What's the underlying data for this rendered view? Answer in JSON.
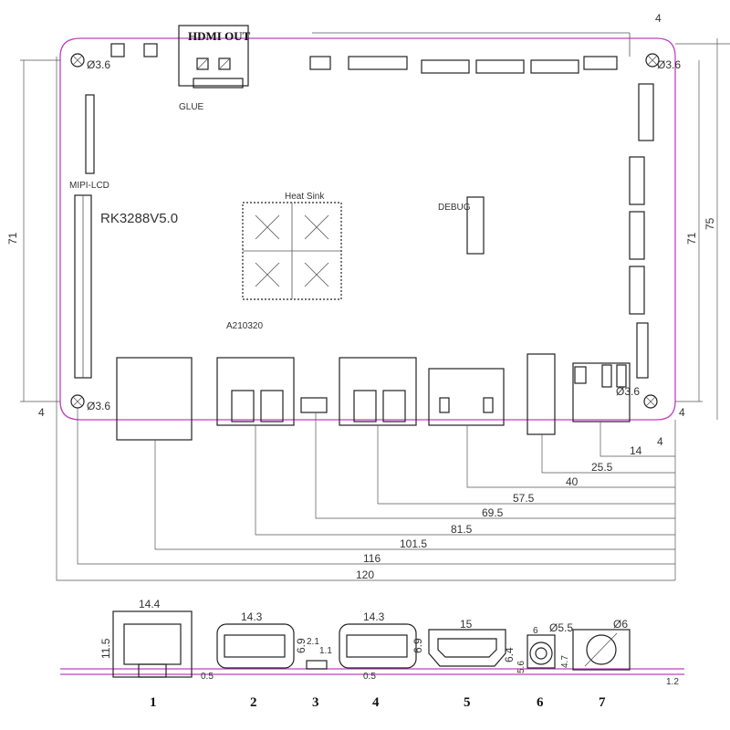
{
  "board": {
    "model": "RK3288V5.0",
    "code": "A210320",
    "heat_sink": "Heat Sink",
    "hdmi_out": "HDMI OUT",
    "glue": "GLUE",
    "mipi_lcd": "MIPI-LCD",
    "debug": "DEBUG"
  },
  "dims": {
    "hole_dia": "Ø3.6",
    "margin": "4",
    "width_120": "120",
    "width_116": "116",
    "height_75": "75",
    "height_71": "71",
    "positions": [
      "14",
      "25.5",
      "40",
      "57.5",
      "69.5",
      "81.5",
      "101.5",
      "116",
      "120"
    ]
  },
  "side": {
    "rj45_w": "14.4",
    "rj45_h": "11.5",
    "usb1_w": "14.3",
    "usb1_h": "6.9",
    "usb1_off": "0.5",
    "small_a": "2.1",
    "small_b": "1.1",
    "usb2_w": "14.3",
    "usb2_h": "6.9",
    "usb2_off": "0.5",
    "hdmi_w": "15",
    "hdmi_h": "6.4",
    "audio_w": "6",
    "audio_dia": "Ø5.5",
    "audio_h": "5.6",
    "power_dia": "Ø6",
    "power_h": "4.7",
    "pcb_t": "1.2",
    "labels": [
      "1",
      "2",
      "3",
      "4",
      "5",
      "6",
      "7"
    ]
  }
}
